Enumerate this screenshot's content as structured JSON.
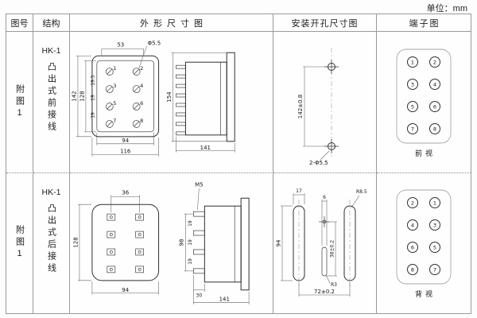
{
  "unit_label": "单位：mm",
  "headers": {
    "fig_no": "图号",
    "structure": "结构",
    "outline": "外形尺寸图",
    "mounting": "安装开孔尺寸图",
    "terminal": "端子图"
  },
  "rows": [
    {
      "fig_no": "附图1",
      "model": "HK-1",
      "structure_desc": "凸出式前接线",
      "outline": {
        "top_width": "53",
        "hole_dia": "Φ5.5",
        "height_outer": "142",
        "height_inner": "128",
        "pitch1": "19.5",
        "pitch2": "19",
        "pitch3": "19",
        "terminal_numbers": [
          "1",
          "2",
          "3",
          "4",
          "5",
          "6",
          "7",
          "8"
        ],
        "bottom_inner": "94",
        "bottom_outer": "116",
        "side_height": "154",
        "side_depth": "141"
      },
      "mounting": {
        "vertical_pitch": "142±0.8",
        "hole_label": "2-Φ5.5"
      },
      "terminal": {
        "left": [
          "1",
          "3",
          "5",
          "7"
        ],
        "right": [
          "2",
          "4",
          "6",
          "8"
        ],
        "view_label": "前视"
      }
    },
    {
      "fig_no": "附图1",
      "model": "HK-1",
      "structure_desc": "凸出式后接线",
      "outline": {
        "top_width": "36",
        "screw_label": "M5",
        "height_inner": "128",
        "pin_span": "98",
        "pitch1": "19",
        "pitch2": "19",
        "pitch3": "19",
        "bottom_inner": "94",
        "pin_depth": "30",
        "side_depth": "141"
      },
      "mounting": {
        "slot_width": "17",
        "center_hole": "6",
        "slot_radius": "R8.5",
        "slot_length": "94",
        "center_offset": "38±0.2",
        "horizontal_pitch": "72±0.2",
        "center_radius": "R3"
      },
      "terminal": {
        "left": [
          "2",
          "4",
          "6",
          "8"
        ],
        "right": [
          "1",
          "3",
          "5",
          "7"
        ],
        "view_label": "背视"
      }
    }
  ]
}
